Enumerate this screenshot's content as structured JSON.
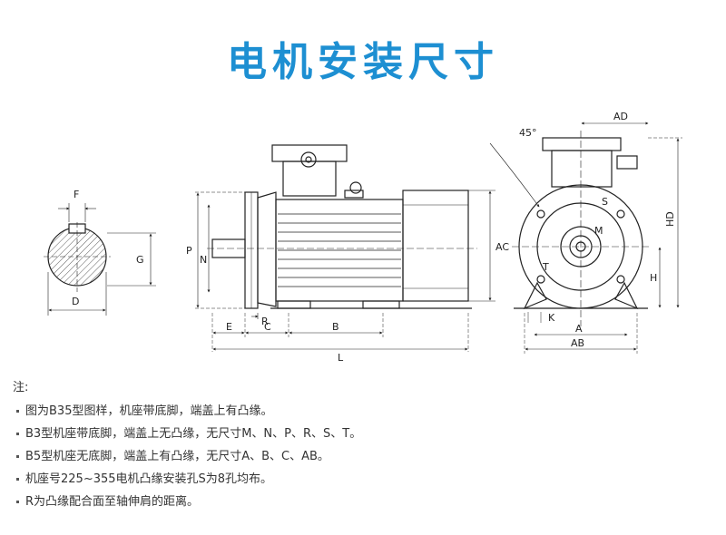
{
  "title": "电机安装尺寸",
  "labels": {
    "F": "F",
    "G": "G",
    "D": "D",
    "P": "P",
    "N": "N",
    "E": "E",
    "C": "C",
    "B": "B",
    "L": "L",
    "R": "R",
    "AC": "AC",
    "angle": "45°",
    "AD": "AD",
    "HD": "HD",
    "H": "H",
    "K": "K",
    "A": "A",
    "AB": "AB",
    "S": "S",
    "M": "M",
    "T": "T"
  },
  "notes": {
    "head": "注:",
    "items": [
      "图为B35型图样，机座带底脚，端盖上有凸缘。",
      "B3型机座带底脚，端盖上无凸缘，无尺寸M、N、P、R、S、T。",
      "B5型机座无底脚，端盖上有凸缘，无尺寸A、B、C、AB。",
      "机座号225~355电机凸缘安装孔S为8孔均布。",
      "R为凸缘配合面至轴伸肩的距离。"
    ]
  }
}
